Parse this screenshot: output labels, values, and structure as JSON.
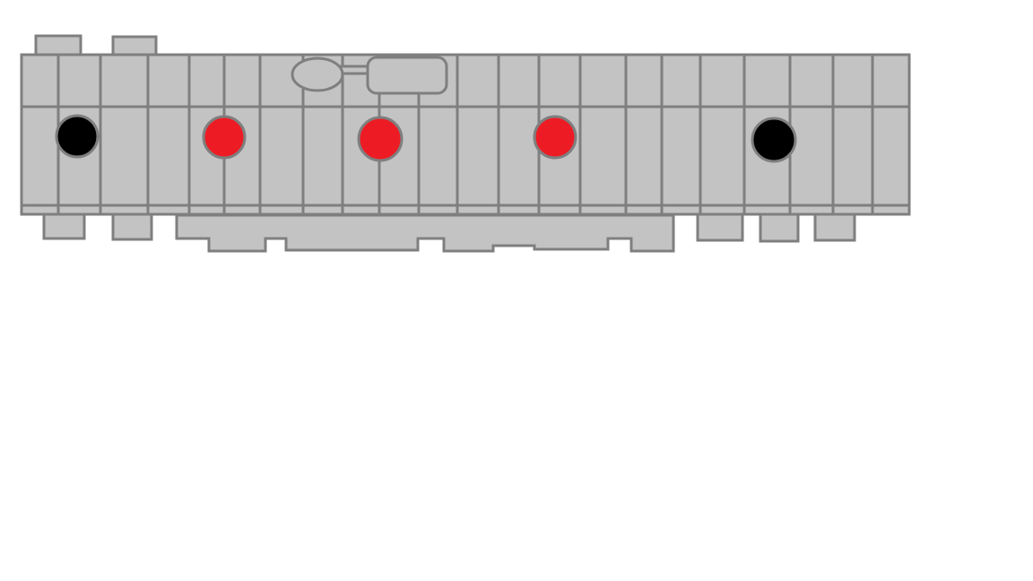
{
  "colors": {
    "background": "#ffffff",
    "body_fill": "#c3c3c3",
    "outline": "#7f7f7f",
    "marker_red": "#ed1c24",
    "marker_black": "#000000"
  },
  "drawing": {
    "cell_count": 22,
    "marker_sequence": [
      "black",
      "red",
      "red",
      "red",
      "black"
    ],
    "tab_count_top": 2,
    "tab_count_bottom": 5
  }
}
